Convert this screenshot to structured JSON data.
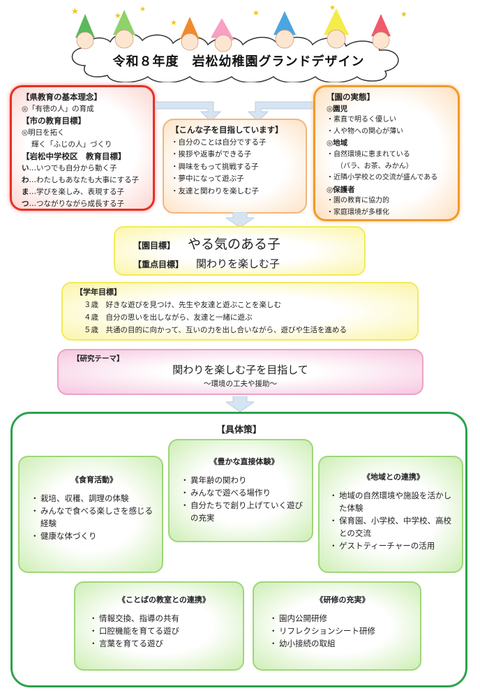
{
  "title": "令和８年度　岩松幼稚園グランドデザイン",
  "pref": {
    "heading1": "【県教育の基本理念】",
    "line1": "◎「有徳の人」の育成",
    "heading2": "【市の教育目標】",
    "line2": "◎明日を拓く",
    "line3": "輝く「ふじの人」づくり",
    "heading3": "【岩松中学校区　教育目標】",
    "items": [
      {
        "mark": "い",
        "text": "…いつでも自分から動く子"
      },
      {
        "mark": "わ",
        "text": "…わたしもあなたも大事にする子"
      },
      {
        "mark": "ま",
        "text": "…学びを楽しみ、表現する子"
      },
      {
        "mark": "つ",
        "text": "…つながりながら成長する子"
      }
    ]
  },
  "aim": {
    "heading": "【こんな子を目指しています】",
    "items": [
      "・自分のことは自分でする子",
      "・挨拶や返事ができる子",
      "・興味をもって挑戦する子",
      "・夢中になって遊ぶ子",
      "・友達と関わりを楽しむ子"
    ]
  },
  "reality": {
    "heading": "【園の実態】",
    "sec1": "◎園児",
    "sec1_items": [
      "・素直で明るく優しい",
      "・人や物への関心が薄い"
    ],
    "sec2": "◎地域",
    "sec2_items": [
      "・自然環境に恵まれている",
      "（バラ、お茶、みかん）",
      "・近隣小学校との交流が盛んである"
    ],
    "sec3": "◎保護者",
    "sec3_items": [
      "・園の教育に協力的",
      "・家庭環境が多様化"
    ]
  },
  "goal": {
    "label1": "【園目標】",
    "value1": "やる気のある子",
    "label2": "【重点目標】",
    "value2": "関わりを楽しむ子"
  },
  "grade": {
    "heading": "【学年目標】",
    "rows": [
      "３歳　好きな遊びを見つけ、先生や友達と遊ぶことを楽しむ",
      "４歳　自分の思いを出しながら、友達と一緒に遊ぶ",
      "５歳　共通の目的に向かって、互いの力を出し合いながら、遊びや生活を進める"
    ]
  },
  "research": {
    "label": "【研究テーマ】",
    "theme": "関わりを楽しむ子を目指して",
    "sub": "～環境の工夫や援助～"
  },
  "measures": {
    "title": "【具体策】",
    "food": {
      "title": "《食育活動》",
      "items": [
        "栽培、収穫、調理の体験",
        "みんなで食べる楽しさを感じる経験",
        "健康な体づくり"
      ]
    },
    "direct": {
      "title": "《豊かな直接体験》",
      "items": [
        "異年齢の関わり",
        "みんなで遊べる場作り",
        "自分たちで創り上げていく遊びの充実"
      ]
    },
    "community": {
      "title": "《地域との連携》",
      "items": [
        "地域の自然環境や施設を活かした体験",
        "保育園、小学校、中学校、高校との交流",
        "ゲストティーチャーの活用"
      ]
    },
    "speech": {
      "title": "《ことばの教室との連携》",
      "items": [
        "情報交換、指導の共有",
        "口腔機能を育てる遊び",
        "言葉を育てる遊び"
      ]
    },
    "training": {
      "title": "《研修の充実》",
      "items": [
        "園内公開研修",
        "リフレクションシート研修",
        "幼小接続の取組"
      ]
    }
  }
}
